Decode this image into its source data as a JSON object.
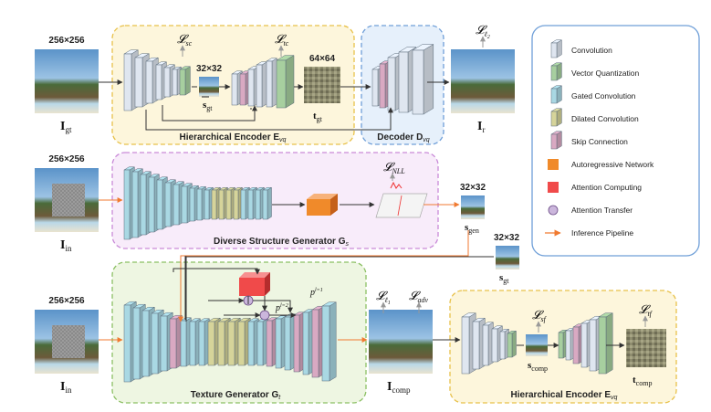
{
  "sizes": {
    "full": "256×256",
    "small": "32×32",
    "mid": "64×64"
  },
  "images": {
    "i_gt": "I",
    "i_gt_sub": "gt",
    "i_r": "I",
    "i_r_sub": "r",
    "i_in": "I",
    "i_in_sub": "in",
    "i_comp": "I",
    "i_comp_sub": "comp",
    "s_gt": "s",
    "s_gt_sub": "gt",
    "t_gt": "t",
    "t_gt_sub": "gt",
    "s_gen": "s",
    "s_gen_sub": "gen",
    "s_comp": "s",
    "s_comp_sub": "comp",
    "t_comp": "t",
    "t_comp_sub": "comp"
  },
  "losses": {
    "sc": "sc",
    "tc": "tc",
    "l2": "ℓ",
    "l2_sub": "2",
    "nll": "NLL",
    "l1": "ℓ",
    "l1_sub": "1",
    "adv": "adv",
    "sf": "sf",
    "tf": "tf"
  },
  "modules": {
    "encoder": "Hierarchical Encoder E",
    "encoder_sub": "vq",
    "decoder": "Decoder D",
    "decoder_sub": "vq",
    "structure": "Diverse Structure Generator G",
    "structure_sub": "s",
    "texture": "Texture Generator G",
    "texture_sub": "t",
    "encoder2": "Hierarchical Encoder E",
    "encoder2_sub": "vq"
  },
  "attention": {
    "p1": "p",
    "p1_sup": "l=1",
    "p2": "p",
    "p2_sup": "l=2"
  },
  "legend": {
    "items": [
      {
        "label": "Convolution",
        "color": "#dfe6f0"
      },
      {
        "label": "Vector Quantization",
        "color": "#a7cf9f"
      },
      {
        "label": "Gated Convolution",
        "color": "#a9d8e3"
      },
      {
        "label": "Dilated Convolution",
        "color": "#d6d49a"
      },
      {
        "label": "Skip Connection",
        "color": "#d9a9c2"
      },
      {
        "label": "Autoregressive Network",
        "color": "#f08a2a"
      },
      {
        "label": "Attention Computing",
        "color": "#f04a4a"
      },
      {
        "label": "Attention Transfer",
        "color": "#cbb6dc"
      },
      {
        "label": "Inference Pipeline",
        "color": "#f07a30"
      }
    ]
  },
  "colors": {
    "encoder_bg": "#fdf6dc",
    "encoder_border": "#e8c14a",
    "decoder_bg": "#e6f0fb",
    "decoder_border": "#6f9fd8",
    "structure_bg": "#f8ecfa",
    "structure_border": "#c98ad8",
    "texture_bg": "#eef6e2",
    "texture_border": "#8cc064",
    "legend_border": "#6f9fd8",
    "orange": "#f07a30"
  }
}
